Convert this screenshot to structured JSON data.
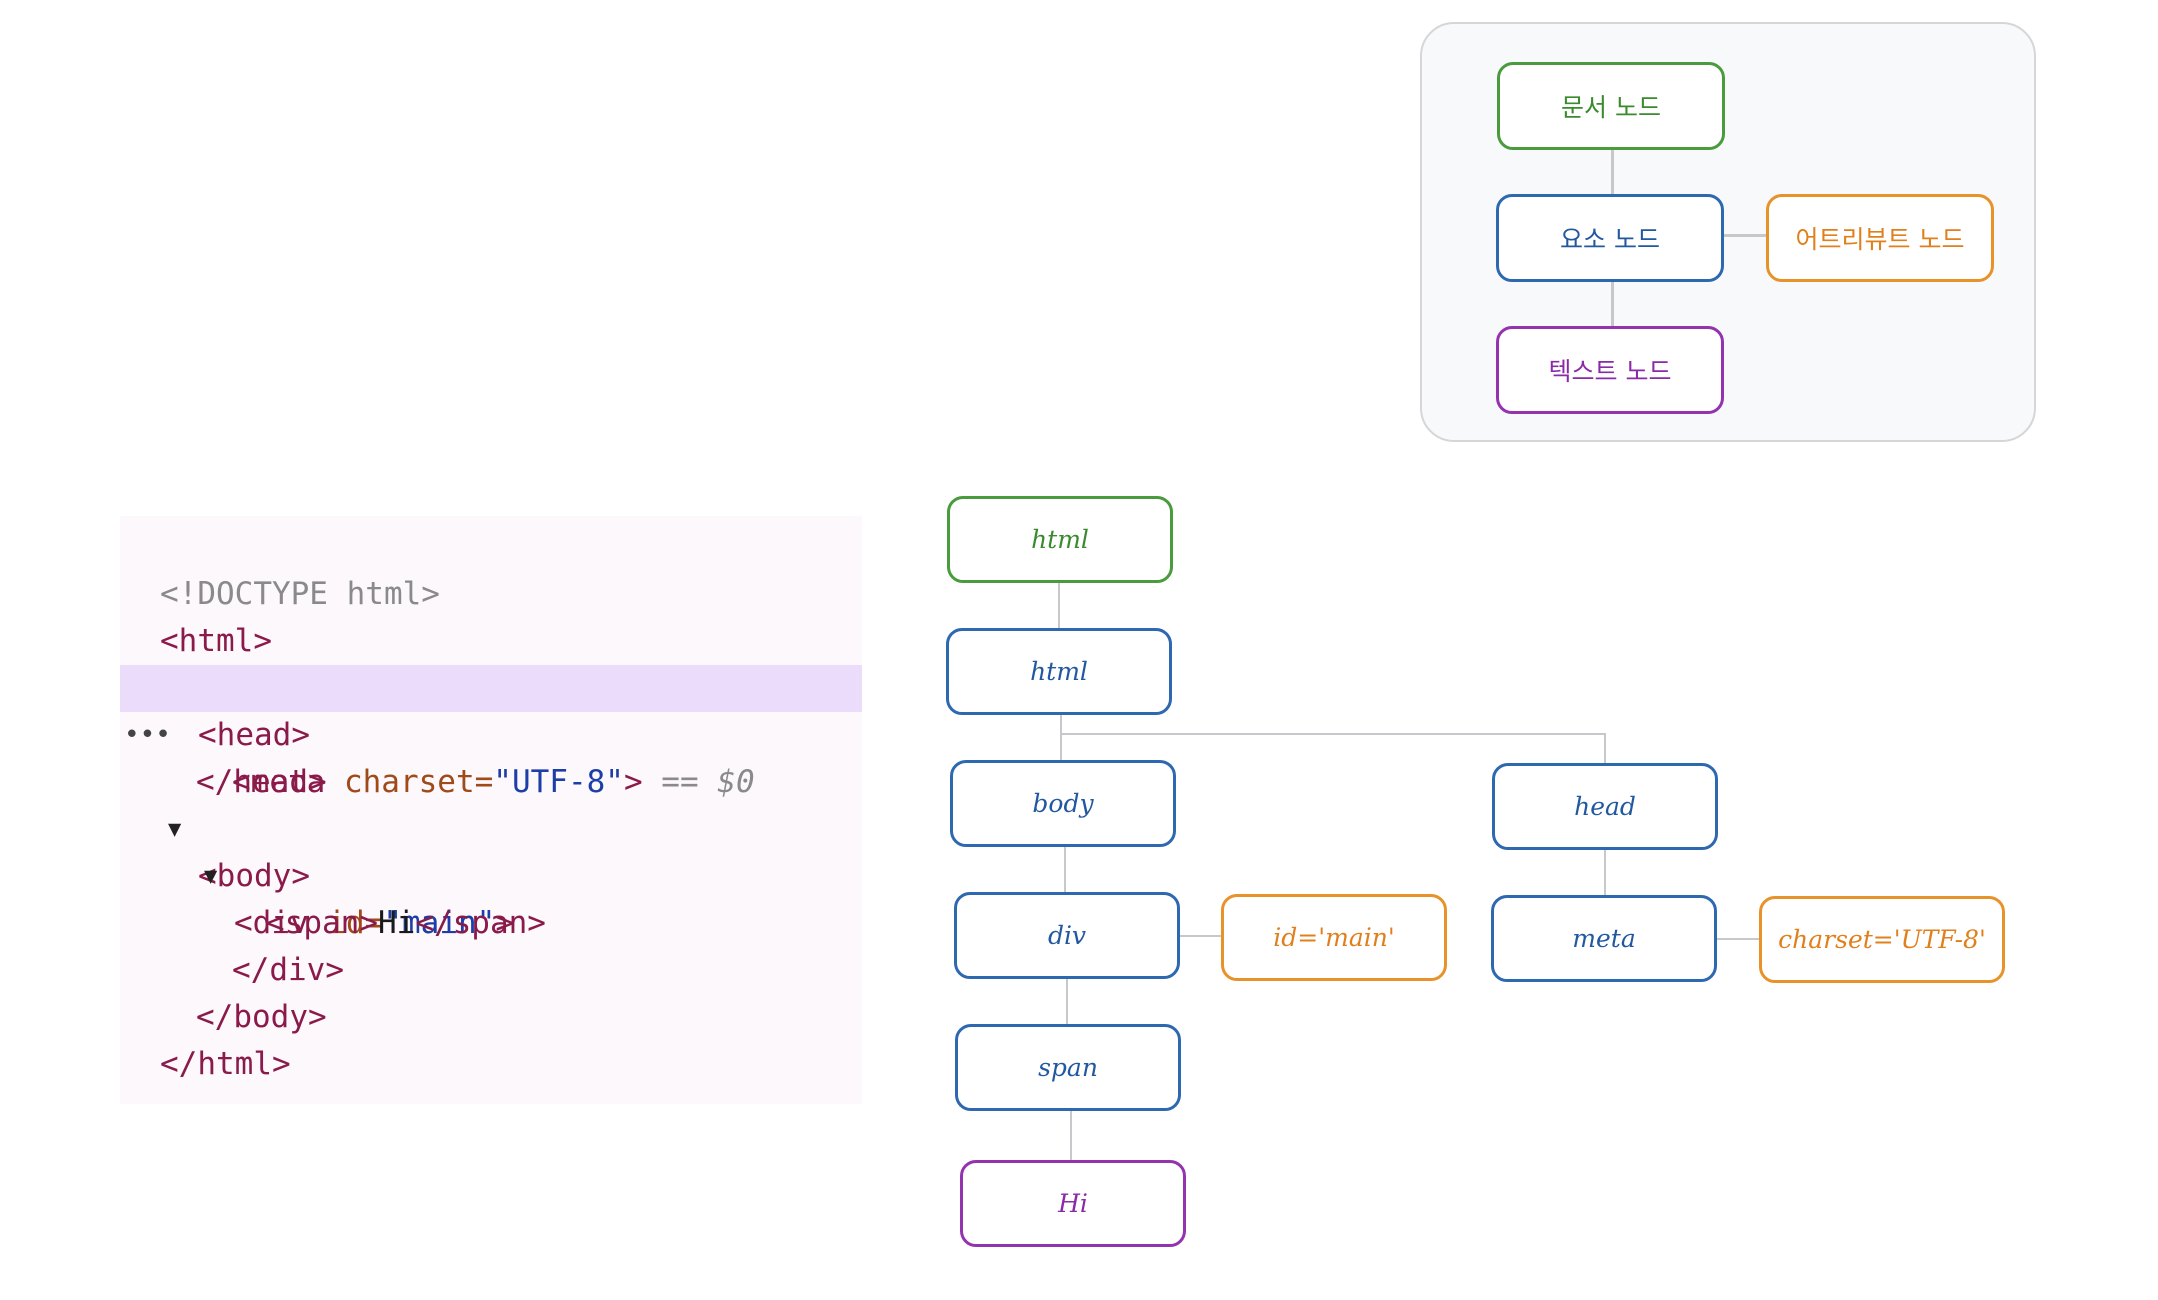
{
  "legend": {
    "document": "문서 노드",
    "element": "요소 노드",
    "attribute": "어트리뷰트 노드",
    "text": "텍스트 노드"
  },
  "code": {
    "doctype": "<!DOCTYPE html>",
    "html_open": "<html>",
    "head_open": "<head>",
    "meta_tag": "<meta ",
    "meta_attr": "charset=",
    "meta_val": "\"UTF-8\"",
    "meta_close": ">",
    "meta_eq": " == ",
    "meta_ref": "$0",
    "head_close": "</head>",
    "body_open": "<body>",
    "div_tag": "<div ",
    "div_attr": "id=",
    "div_val": "\"main\"",
    "div_close": ">",
    "span_open": "<span>",
    "span_text": "Hi",
    "span_close": "</span>",
    "div_end": "</div>",
    "body_close": "</body>",
    "html_close": "</html>",
    "expand_icon": "triangle-down-icon",
    "more_icon": "ellipsis-icon",
    "dots": "•••"
  },
  "tree": {
    "document": "html",
    "html": "html",
    "body": "body",
    "head": "head",
    "div": "div",
    "div_attr": "id='main'",
    "meta": "meta",
    "meta_attr": "charset='UTF-8'",
    "span": "span",
    "text": "Hi"
  },
  "colors": {
    "document": "#4a9b3d",
    "element": "#2d68b0",
    "attribute": "#e8922a",
    "text": "#9333b0",
    "highlight": "#ebdcfb"
  }
}
